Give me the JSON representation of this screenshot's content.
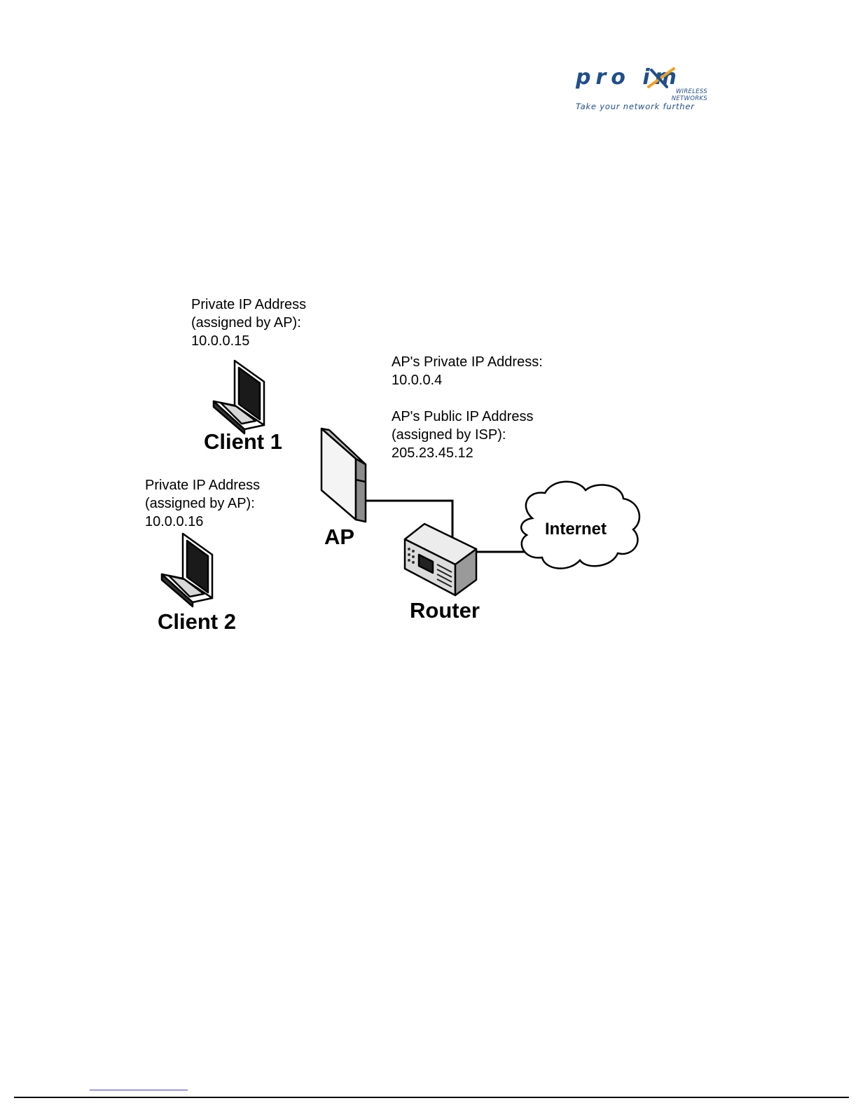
{
  "logo": {
    "word": "pro im",
    "subtitle": "WIRELESS NETWORKS",
    "tagline": "Take your network further",
    "colors": {
      "blue": "#1f4e8c",
      "orange": "#f0a020"
    }
  },
  "client1": {
    "name": "Client 1",
    "ip_lines": [
      "Private IP Address",
      "(assigned by AP):",
      "10.0.0.15"
    ]
  },
  "client2": {
    "name": "Client 2",
    "ip_lines": [
      "Private IP Address",
      "(assigned by AP):",
      "10.0.0.16"
    ]
  },
  "ap": {
    "name": "AP",
    "private_lines": [
      "AP's Private IP Address:",
      "10.0.0.4"
    ],
    "public_lines": [
      "AP's Public IP Address",
      "(assigned by ISP):",
      "205.23.45.12"
    ]
  },
  "router": {
    "name": "Router"
  },
  "internet": {
    "name": "Internet"
  }
}
